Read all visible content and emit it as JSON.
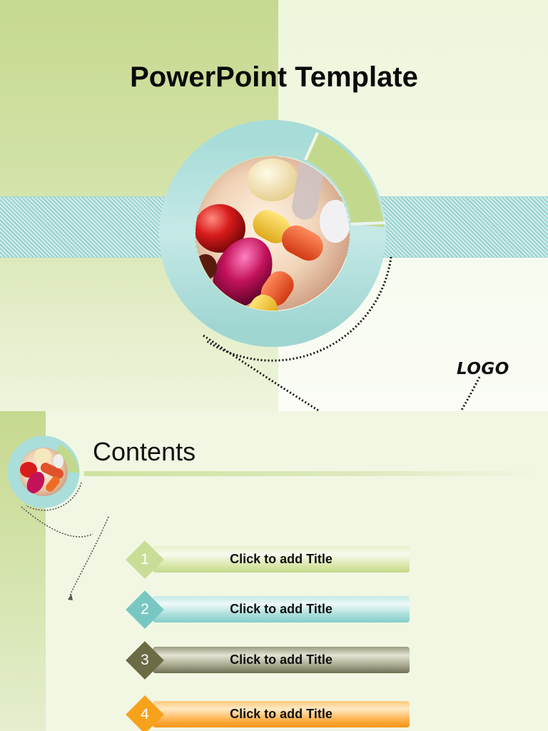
{
  "slide1": {
    "title": "PowerPoint Template",
    "logo": "LOGO",
    "image": "colorful-pills-photo"
  },
  "slide2": {
    "heading": "Contents",
    "image": "colorful-pills-photo",
    "items": [
      {
        "number": "1",
        "label": "Click to add Title",
        "color": "#cadd97"
      },
      {
        "number": "2",
        "label": "Click to add Title",
        "color": "#79c7c3"
      },
      {
        "number": "3",
        "label": "Click to add Title",
        "color": "#6b6b45"
      },
      {
        "number": "4",
        "label": "Click to add Title",
        "color": "#f7a21c"
      }
    ]
  },
  "colors": {
    "green_panel": "#c6d98f",
    "teal_ring": "#a9dedb",
    "stripe": "#8ccfcb"
  }
}
